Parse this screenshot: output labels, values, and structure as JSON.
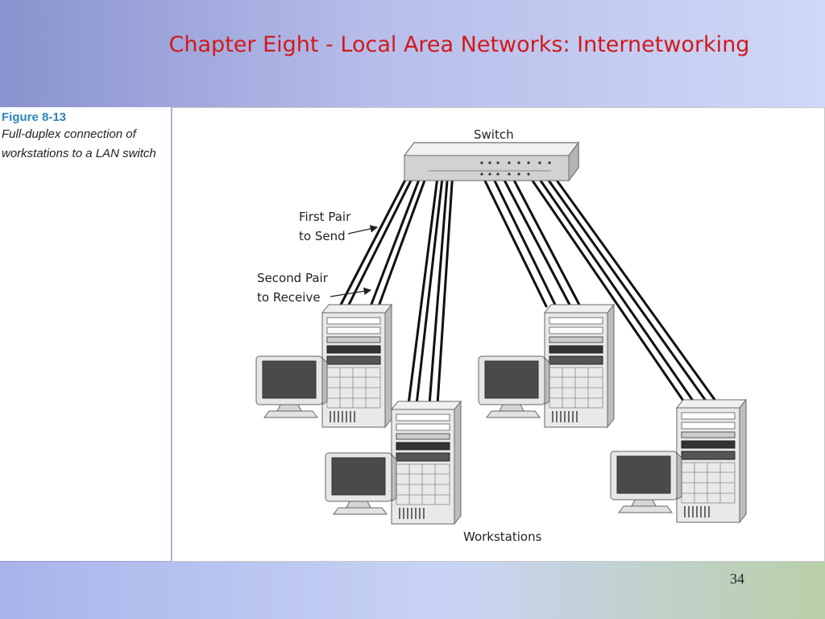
{
  "slide": {
    "title": "Chapter Eight - Local Area Networks: Internetworking",
    "page_number": "34"
  },
  "figure": {
    "number": "Figure 8-13",
    "caption": "Full-duplex connection of workstations to a LAN switch"
  },
  "diagram": {
    "switch_label": "Switch",
    "first_pair_label": [
      "First Pair",
      "to Send"
    ],
    "second_pair_label": [
      "Second Pair",
      "to Receive"
    ],
    "workstations_label": "Workstations",
    "workstation_count": 4,
    "cables_per_workstation": 4
  }
}
